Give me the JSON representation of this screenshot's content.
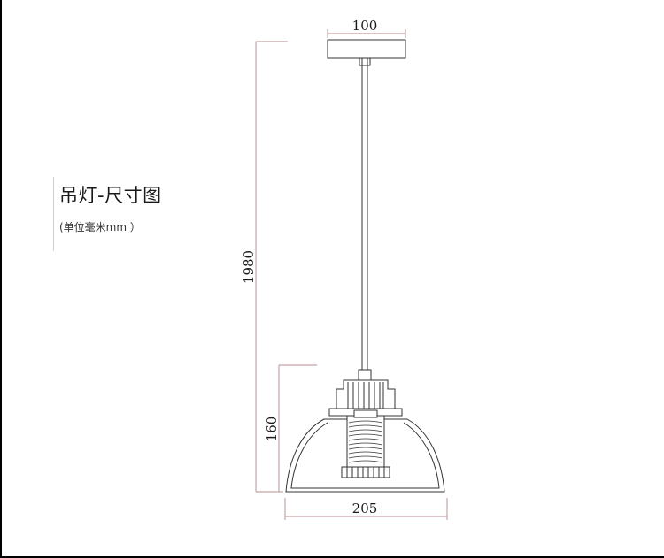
{
  "title": "吊灯-尺寸图",
  "unit_note": "(单位毫米mm ）",
  "dimensions": {
    "canopy_width": "100",
    "total_height": "1980",
    "shade_height": "160",
    "shade_width": "205"
  },
  "colors": {
    "dimension_line": "#c4a5a5",
    "outline": "#333333",
    "frame": "#000000"
  }
}
